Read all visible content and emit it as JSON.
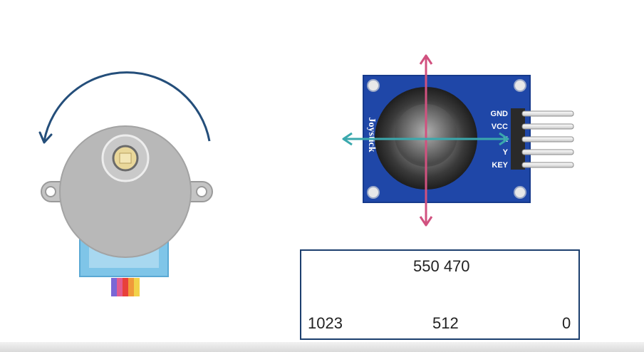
{
  "joystick": {
    "brand": "Joystick",
    "pins": [
      "GND",
      "VCC",
      "X",
      "Y",
      "KEY"
    ]
  },
  "range": {
    "top_labels": "550 470",
    "left_value": "1023",
    "center_value": "512",
    "right_value": "0"
  },
  "colors": {
    "board": "#1f47a8",
    "vertical_arrow": "#d1517f",
    "horizontal_arrow": "#3aa8ad",
    "rotation_arrow": "#244e7a",
    "motor_body": "#b8b8b8",
    "motor_base": "#7fc5e8",
    "box_border": "#1c3f6e"
  },
  "icons": {
    "rotation": "counterclockwise-arrow-icon",
    "vertical_axis": "double-arrow-vertical-icon",
    "horizontal_axis": "double-arrow-horizontal-icon"
  }
}
